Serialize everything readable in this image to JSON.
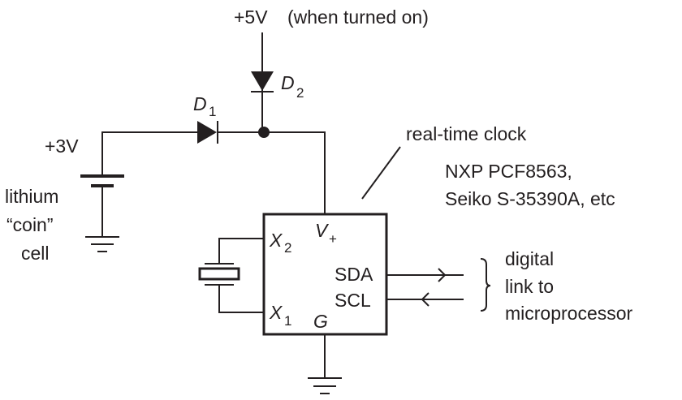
{
  "diagram": {
    "type": "circuit-schematic",
    "supply_5v": {
      "voltage": "+5V",
      "note": "(when turned on)"
    },
    "supply_3v": {
      "voltage": "+3V"
    },
    "battery": {
      "label_lines": [
        "lithium",
        "“coin”",
        "cell"
      ]
    },
    "diode_1": {
      "letter": "D",
      "subscript": "1"
    },
    "diode_2": {
      "letter": "D",
      "subscript": "2"
    },
    "ic": {
      "callout": "real-time clock",
      "part_lines": [
        "NXP PCF8563,",
        "Seiko S-35390A, etc"
      ],
      "pins": {
        "vplus": {
          "letter": "V",
          "subscript": "+"
        },
        "x2": {
          "letter": "X",
          "subscript": "2"
        },
        "x1": {
          "letter": "X",
          "subscript": "1"
        },
        "ground": "G",
        "sda": "SDA",
        "scl": "SCL"
      }
    },
    "link": {
      "label_lines": [
        "digital",
        "link to",
        "microprocessor"
      ]
    },
    "colors": {
      "ink": "#231f20",
      "background": "#ffffff"
    }
  }
}
